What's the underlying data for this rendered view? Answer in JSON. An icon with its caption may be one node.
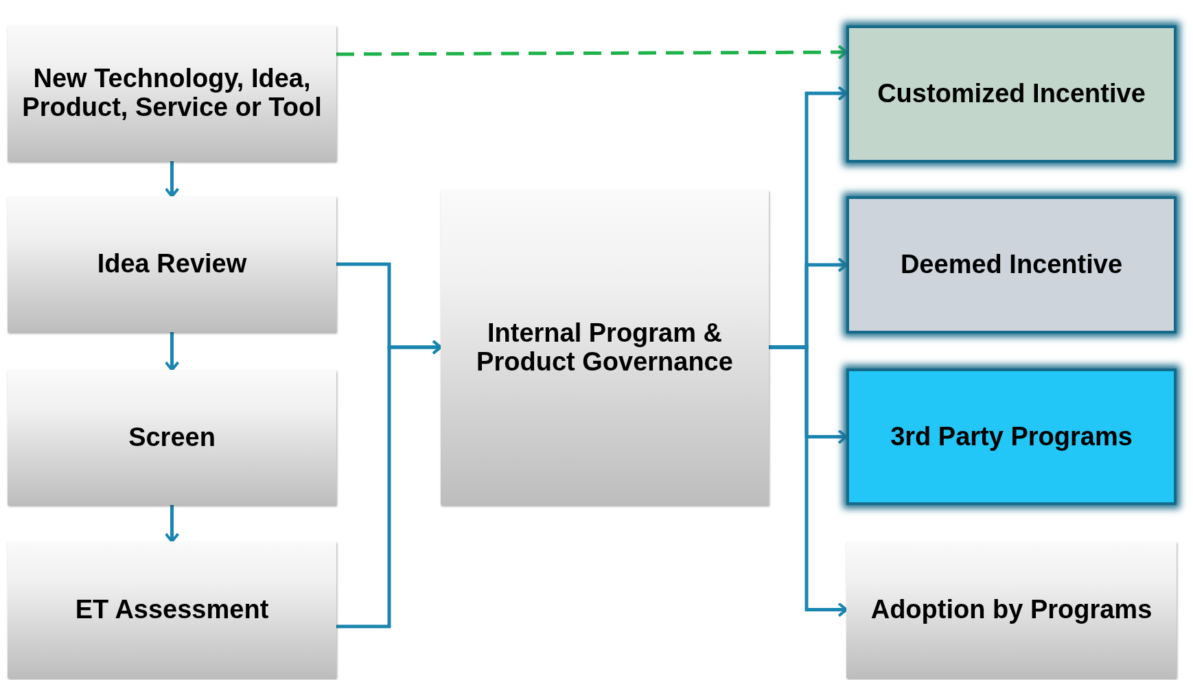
{
  "diagram": {
    "nodes": [
      {
        "text": [
          "New Technology, Idea, Product, Service or Tool"
        ]
      },
      {
        "text": [
          "Idea Review"
        ]
      },
      {
        "text": [
          "Screen"
        ]
      },
      {
        "text": [
          "ET Assessment"
        ]
      },
      {
        "text": [
          "Internal Program & Product Governance"
        ]
      },
      {
        "text": [
          "Customized Incentive"
        ]
      },
      {
        "text": [
          "Deemed Incentive"
        ]
      },
      {
        "text": [
          "3rd Party Programs"
        ]
      },
      {
        "text": [
          "Adoption by Programs"
        ]
      }
    ],
    "edges": [
      {
        "from": 0,
        "to": 5,
        "arrow": "to",
        "style": "dashed",
        "color": "#1db34a"
      },
      {
        "from": 0,
        "to": 1,
        "arrow": "to"
      },
      {
        "from": 1,
        "to": 2,
        "arrow": "to"
      },
      {
        "from": 2,
        "to": 3,
        "arrow": "to"
      },
      {
        "from": 1,
        "to": 4,
        "arrow": "to"
      },
      {
        "from": 3,
        "to": 4,
        "arrow": "to"
      },
      {
        "from": 4,
        "to": 5,
        "arrow": "to"
      },
      {
        "from": 4,
        "to": 6,
        "arrow": "to"
      },
      {
        "from": 4,
        "to": 7,
        "arrow": "to"
      },
      {
        "from": 4,
        "to": 8,
        "arrow": "to"
      }
    ]
  }
}
